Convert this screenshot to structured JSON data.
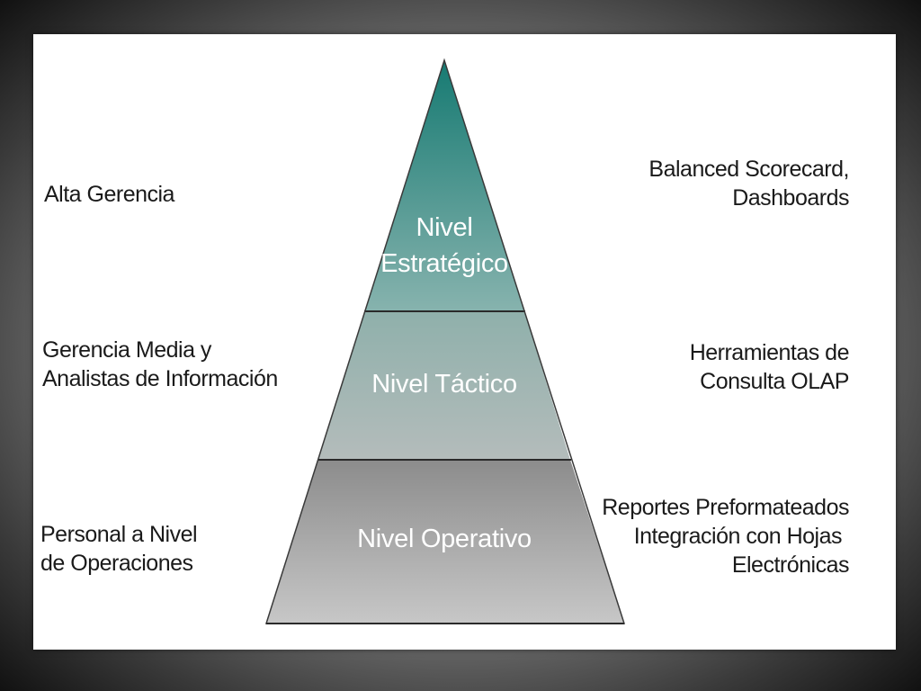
{
  "pyramid": {
    "tiers": [
      {
        "lines": [
          "Nivel",
          "Estratégico"
        ],
        "color_top": "#167a72",
        "color_bottom": "#87b3ae"
      },
      {
        "lines": [
          "Nivel Táctico"
        ],
        "color_top": "#8fb0ab",
        "color_bottom": "#b4bcbb"
      },
      {
        "lines": [
          "Nivel Operativo"
        ],
        "color_top": "#8c8c8c",
        "color_bottom": "#c7c7c7"
      }
    ]
  },
  "left_labels": [
    {
      "lines": [
        "Alta Gerencia"
      ]
    },
    {
      "lines": [
        "Gerencia Media y",
        "Analistas de Información"
      ]
    },
    {
      "lines": [
        "Personal a Nivel",
        "de Operaciones"
      ]
    }
  ],
  "right_labels": [
    {
      "lines": [
        "Balanced Scorecard,",
        "Dashboards"
      ]
    },
    {
      "lines": [
        "Herramientas de",
        "Consulta OLAP"
      ]
    },
    {
      "lines": [
        "Reportes Preformateados",
        "Integración con Hojas",
        "Electrónicas"
      ]
    }
  ]
}
